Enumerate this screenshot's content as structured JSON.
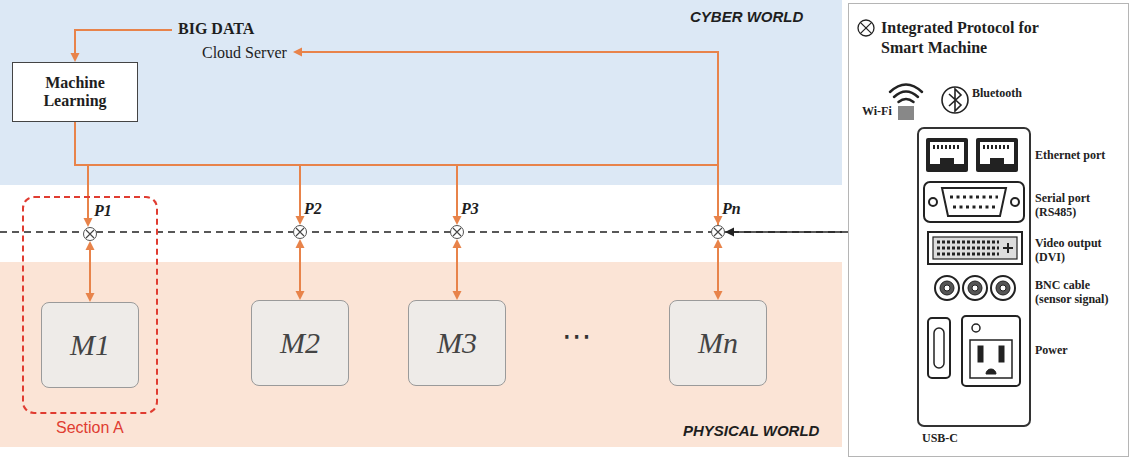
{
  "diagram": {
    "nodes": [
      {
        "text": [
          "CYBER WORLD"
        ]
      },
      {
        "text": [
          "BIG DATA",
          "Cloud Server"
        ],
        "in": 0
      },
      {
        "text": [
          "Machine Learning"
        ],
        "in": 0
      },
      {
        "text": [
          "Section A"
        ]
      },
      {
        "text": [
          "P1"
        ],
        "in": 3
      },
      {
        "text": [
          "M1"
        ],
        "in": 3
      },
      {
        "text": [
          "PHYSICAL WORLD"
        ]
      },
      {
        "text": [
          "P2"
        ]
      },
      {
        "text": [
          "M2"
        ],
        "in": 6
      },
      {
        "text": [
          "P3"
        ]
      },
      {
        "text": [
          "M3"
        ],
        "in": 6
      },
      {
        "text": [
          "Pn"
        ]
      },
      {
        "text": [
          "Mn"
        ],
        "in": 6
      },
      {
        "text": [
          "Integrated Protocol for Smart Machine"
        ]
      }
    ],
    "edges": [
      {
        "from": 1,
        "to": 2,
        "arrow": "to"
      },
      {
        "from": 2,
        "to": 4,
        "arrow": "to"
      },
      {
        "from": 2,
        "to": 7,
        "arrow": "to"
      },
      {
        "from": 2,
        "to": 9,
        "arrow": "to"
      },
      {
        "from": 2,
        "to": 11,
        "arrow": "to"
      },
      {
        "from": 11,
        "to": 1,
        "arrow": "to"
      },
      {
        "from": 4,
        "to": 5,
        "arrow": "both"
      },
      {
        "from": 7,
        "to": 8,
        "arrow": "both"
      },
      {
        "from": 9,
        "to": 10,
        "arrow": "both"
      },
      {
        "from": 11,
        "to": 12,
        "arrow": "both"
      },
      {
        "from": 13,
        "to": 11,
        "arrow": "to"
      }
    ],
    "labels": [
      "Wi-Fi",
      "Bluetooth",
      "Ethernet port",
      "Serial port (RS485)",
      "Video output (DVI)",
      "BNC cable (sensor signal)",
      "USB-C",
      "Power",
      "⋯"
    ]
  }
}
